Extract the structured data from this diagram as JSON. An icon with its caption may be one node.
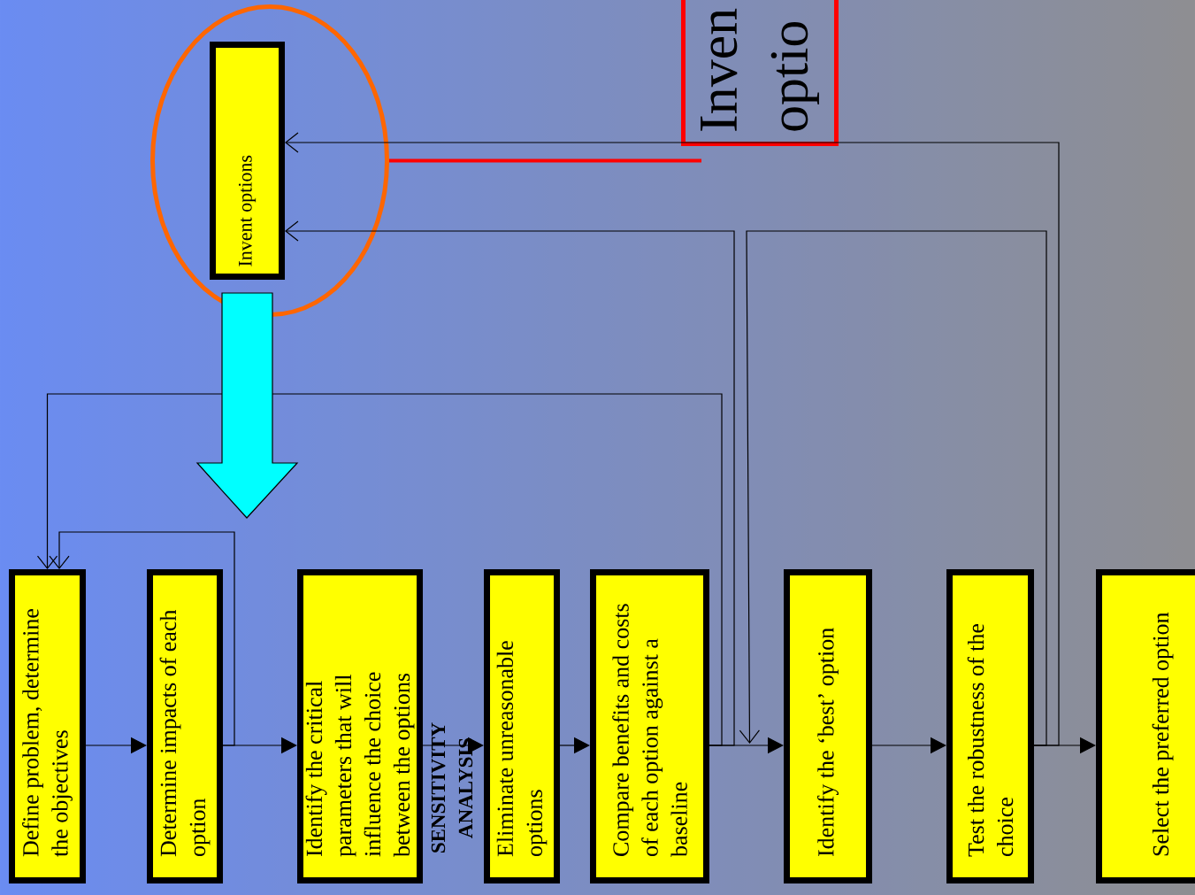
{
  "diagram": {
    "nodes": [
      {
        "text": [],
        "shape": "circle"
      },
      {
        "text": [
          "Invent options"
        ],
        "in": 0
      },
      {
        "text": [
          "Inven optio"
        ]
      },
      {
        "text": [
          "Define problem, determine the objectives"
        ]
      },
      {
        "text": [
          "Determine impacts of each option"
        ]
      },
      {
        "text": [
          "Identify the critical parameters that will influence the choice between the options"
        ]
      },
      {
        "text": [
          "Eliminate unreasonable options"
        ]
      },
      {
        "text": [
          "Compare benefits and costs of each option against a baseline"
        ]
      },
      {
        "text": [
          "Identify the ‘best’ option"
        ]
      },
      {
        "text": [
          "Test the robustness of the choice"
        ]
      },
      {
        "text": [
          "Select the preferred option"
        ]
      }
    ],
    "edges": [
      {
        "from": 3,
        "to": 4,
        "arrow": "to"
      },
      {
        "from": 4,
        "to": 5,
        "arrow": "to"
      },
      {
        "from": 4,
        "to": 3,
        "arrow": "to"
      },
      {
        "from": 5,
        "to": 6,
        "arrow": "to"
      },
      {
        "from": 6,
        "to": 7,
        "arrow": "to"
      },
      {
        "from": 7,
        "to": 8,
        "arrow": "to"
      },
      {
        "from": 7,
        "to": 3,
        "arrow": "to"
      },
      {
        "from": 7,
        "to": 1,
        "arrow": "to"
      },
      {
        "from": 8,
        "to": 9,
        "arrow": "to"
      },
      {
        "from": 9,
        "to": 8,
        "arrow": "to"
      },
      {
        "from": 9,
        "to": 1,
        "arrow": "to"
      },
      {
        "from": 9,
        "to": 10,
        "arrow": "to"
      },
      {
        "from": 1,
        "to": null,
        "arrow": "to",
        "style": "thick",
        "color": "#00ffff"
      },
      {
        "from": 2,
        "to": 0,
        "arrow": "none",
        "style": "thick",
        "color": "#ff0000"
      }
    ],
    "labels": [
      "SENSITIVITY ANALYSIS"
    ]
  }
}
